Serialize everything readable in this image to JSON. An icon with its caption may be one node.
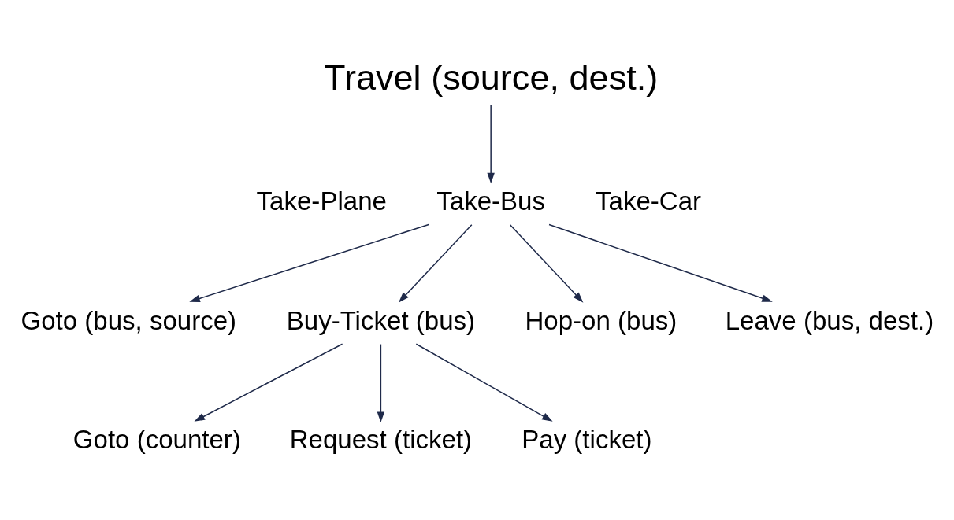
{
  "diagram": {
    "nodes": [
      {
        "text": [
          "Travel (source, dest.)"
        ]
      },
      {
        "text": [
          "Take-Plane"
        ]
      },
      {
        "text": [
          "Take-Bus"
        ]
      },
      {
        "text": [
          "Take-Car"
        ]
      },
      {
        "text": [
          "Goto (bus, source)"
        ]
      },
      {
        "text": [
          "Buy-Ticket (bus)"
        ]
      },
      {
        "text": [
          "Hop-on (bus)"
        ]
      },
      {
        "text": [
          "Leave (bus, dest.)"
        ]
      },
      {
        "text": [
          "Goto (counter)"
        ]
      },
      {
        "text": [
          "Request (ticket)"
        ]
      },
      {
        "text": [
          "Pay (ticket)"
        ]
      }
    ],
    "edges": [
      {
        "from": 0,
        "to": 2,
        "arrow": "to"
      },
      {
        "from": 2,
        "to": 4,
        "arrow": "to"
      },
      {
        "from": 2,
        "to": 5,
        "arrow": "to"
      },
      {
        "from": 2,
        "to": 6,
        "arrow": "to"
      },
      {
        "from": 2,
        "to": 7,
        "arrow": "to"
      },
      {
        "from": 5,
        "to": 8,
        "arrow": "to"
      },
      {
        "from": 5,
        "to": 9,
        "arrow": "to"
      },
      {
        "from": 5,
        "to": 10,
        "arrow": "to"
      }
    ]
  }
}
